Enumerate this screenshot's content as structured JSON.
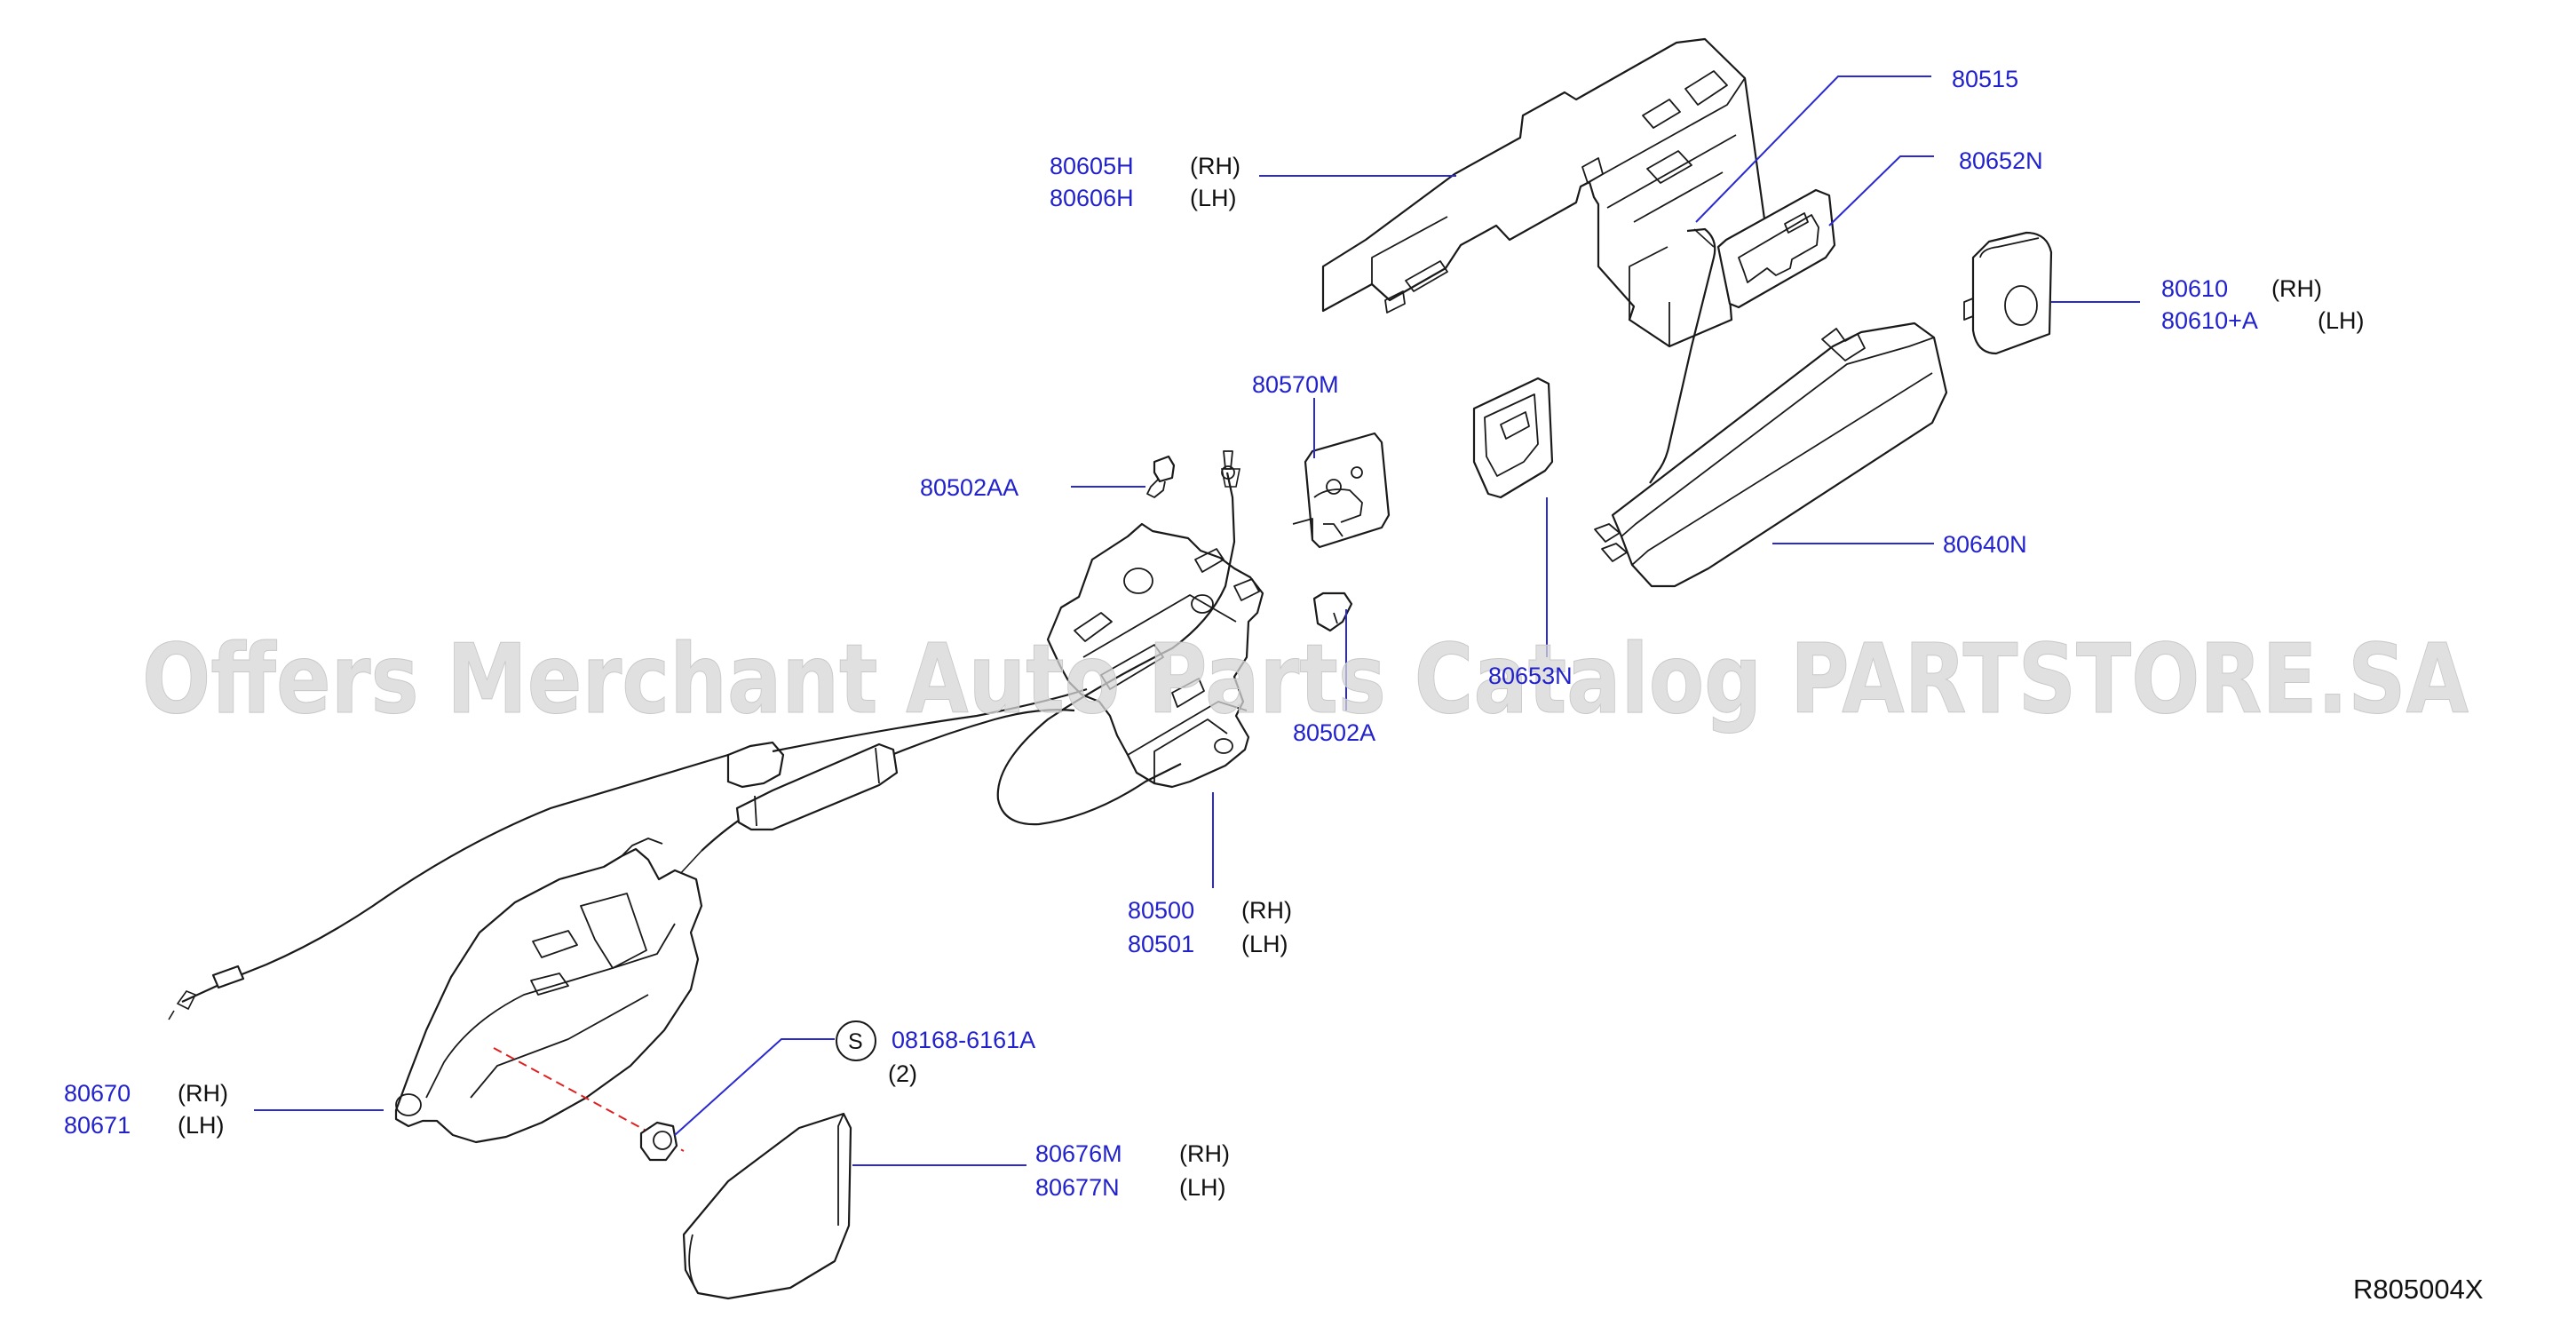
{
  "diagram": {
    "id_label": "R805004X",
    "watermark": "Offers Merchant Auto Parts Catalog PARTSTORE.SA",
    "colors": {
      "part_number": "#2222cc",
      "leader_line": "#2a2ad0",
      "outline": "#1a1a1a",
      "alignment_dash": "#e02020",
      "watermark": "#d6d6d6"
    },
    "callouts": [
      {
        "id": "c-80605",
        "part_numbers": [
          "80605H",
          "80606H"
        ],
        "sides": [
          "(RH)",
          "(LH)"
        ],
        "name": "outside-handle-bracket"
      },
      {
        "id": "c-80515",
        "part_numbers": [
          "80515"
        ],
        "sides": [],
        "name": "rod"
      },
      {
        "id": "c-80652",
        "part_numbers": [
          "80652N"
        ],
        "sides": [],
        "name": "gasket-front"
      },
      {
        "id": "c-80610",
        "part_numbers": [
          "80610",
          "80610+A"
        ],
        "sides": [
          "(RH)",
          "(LH)"
        ],
        "name": "escutcheon"
      },
      {
        "id": "c-80570",
        "part_numbers": [
          "80570M"
        ],
        "sides": [],
        "name": "striker"
      },
      {
        "id": "c-80502aa",
        "part_numbers": [
          "80502AA"
        ],
        "sides": [],
        "name": "screw-upper"
      },
      {
        "id": "c-80640",
        "part_numbers": [
          "80640N"
        ],
        "sides": [],
        "name": "outside-handle-grip"
      },
      {
        "id": "c-80653",
        "part_numbers": [
          "80653N"
        ],
        "sides": [],
        "name": "gasket-rear"
      },
      {
        "id": "c-80502a",
        "part_numbers": [
          "80502A"
        ],
        "sides": [],
        "name": "screw-striker"
      },
      {
        "id": "c-80500",
        "part_numbers": [
          "80500",
          "80501"
        ],
        "sides": [
          "(RH)",
          "(LH)"
        ],
        "name": "door-lock-actuator"
      },
      {
        "id": "c-08168",
        "part_numbers": [
          "08168-6161A"
        ],
        "sides": [],
        "quantity": "(2)",
        "symbol": "S",
        "name": "screw-inside-handle"
      },
      {
        "id": "c-80670",
        "part_numbers": [
          "80670",
          "80671"
        ],
        "sides": [
          "(RH)",
          "(LH)"
        ],
        "name": "inside-handle"
      },
      {
        "id": "c-80676",
        "part_numbers": [
          "80676M",
          "80677N"
        ],
        "sides": [
          "(RH)",
          "(LH)"
        ],
        "name": "inside-handle-escutcheon"
      }
    ]
  }
}
